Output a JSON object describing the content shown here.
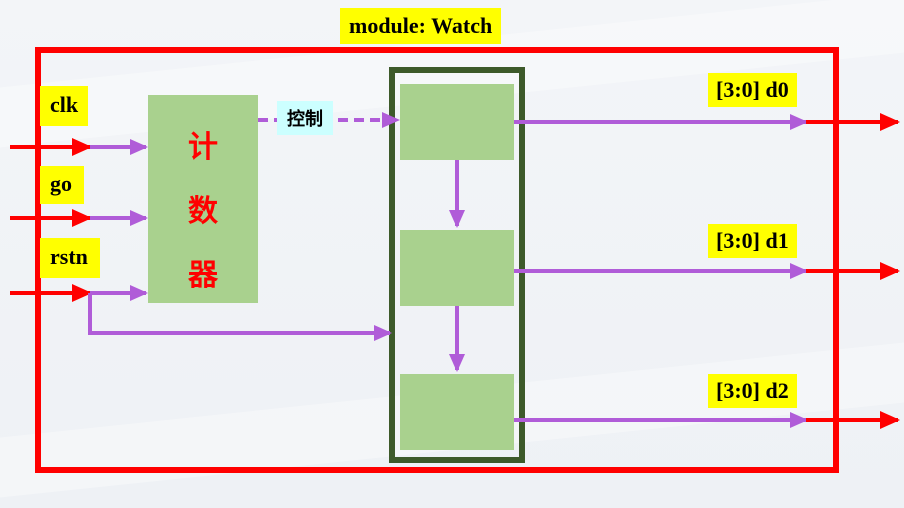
{
  "module": {
    "title": "module: Watch"
  },
  "inputs": {
    "clk": "clk",
    "go": "go",
    "rstn": "rstn"
  },
  "counter": {
    "char1": "计",
    "char2": "数",
    "char3": "器"
  },
  "control": {
    "label": "控制"
  },
  "outputs": {
    "d0": "[3:0] d0",
    "d1": "[3:0] d1",
    "d2": "[3:0] d2"
  },
  "colors": {
    "module_border": "#ff0000",
    "signal_line": "#b05cd8",
    "block_fill": "#a9d18e",
    "group_border": "#3d5a2a",
    "label_bg": "#ffff00",
    "control_bg": "#ccffff",
    "io_arrow": "#ff0000"
  }
}
